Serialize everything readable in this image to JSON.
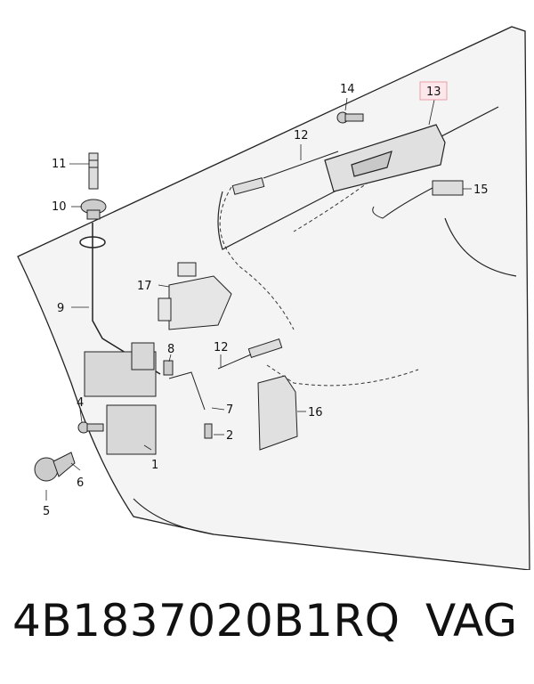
{
  "diagram": {
    "callouts": {
      "c1": "1",
      "c2": "2",
      "c4": "4",
      "c5": "5",
      "c6": "6",
      "c7": "7",
      "c8": "8",
      "c9": "9",
      "c10": "10",
      "c11": "11",
      "c12a": "12",
      "c12b": "12",
      "c13": "13",
      "c14": "14",
      "c15": "15",
      "c16": "16",
      "c17": "17"
    },
    "highlight_color": "#e8a0a8"
  },
  "footer": {
    "part_number": "4B1837020B1RQ",
    "brand": "VAG"
  }
}
